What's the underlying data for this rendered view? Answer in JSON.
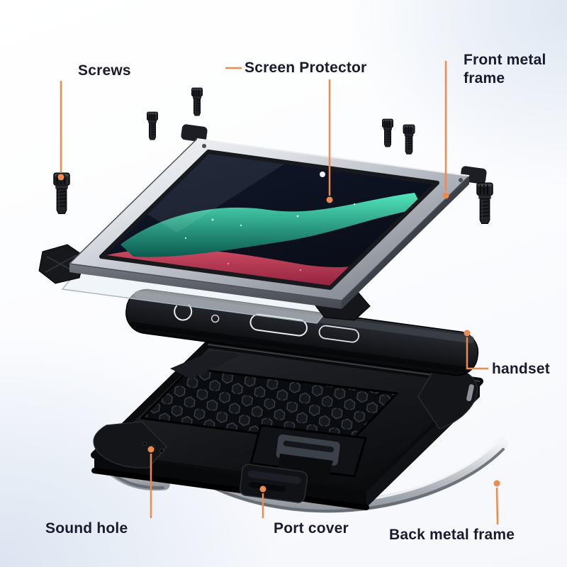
{
  "colors": {
    "leader": "#EC8A4F",
    "label_text": "#1A1A2E"
  },
  "labels": {
    "screws": "Screws",
    "screen_protector": "Screen Protector",
    "front_metal_frame": "Front metal frame",
    "handset": "handset",
    "sound_hole": "Sound hole",
    "port_cover": "Port cover",
    "back_metal_frame": "Back metal frame"
  }
}
